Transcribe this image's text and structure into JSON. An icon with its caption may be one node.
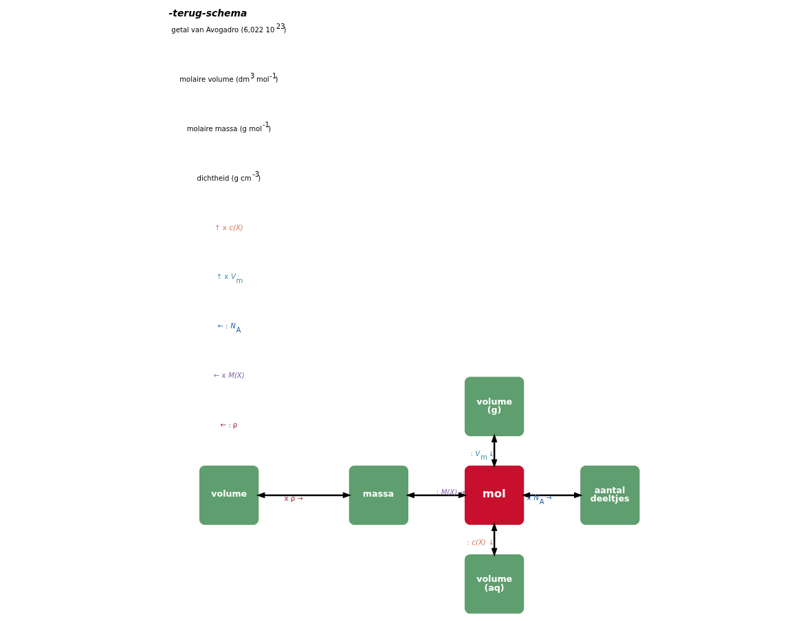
{
  "diagram": {
    "title": "-terug-schema",
    "nodes": [
      {
        "text": [
          "volume"
        ]
      },
      {
        "text": [
          "massa"
        ]
      },
      {
        "text": [
          "mol"
        ]
      },
      {
        "text": [
          "aantal deeltjes"
        ]
      },
      {
        "text": [
          "volume (g)"
        ]
      },
      {
        "text": [
          "volume (aq)"
        ]
      }
    ],
    "edges": [
      {
        "from": 0,
        "to": 1,
        "arrow": "both",
        "label": "x ρ →"
      },
      {
        "from": 1,
        "to": 2,
        "arrow": "both",
        "label": ": *M(X)* →"
      },
      {
        "from": 2,
        "to": 3,
        "arrow": "both",
        "label": "x *N*$_{A}$ →"
      },
      {
        "from": 4,
        "to": 2,
        "arrow": "both",
        "label": ": *V*$_{m}$ ↓"
      },
      {
        "from": 2,
        "to": 5,
        "arrow": "both",
        "label": ": *c(X)* ↓"
      }
    ],
    "labels": [
      "← : ρ",
      "← x *M(X)*",
      "← : *N*$_{A}$",
      "↑ x *V*$_{m}$",
      "↑ x *c(X)*",
      "dichtheid (g cm$^{-3}$)",
      "molaire massa (g mol$^{-1}$)",
      "molaire volume (dm$^{3}$ mol$^{-1}$)",
      "getal van Avogadro (6,022 10$^{23}$)"
    ]
  }
}
